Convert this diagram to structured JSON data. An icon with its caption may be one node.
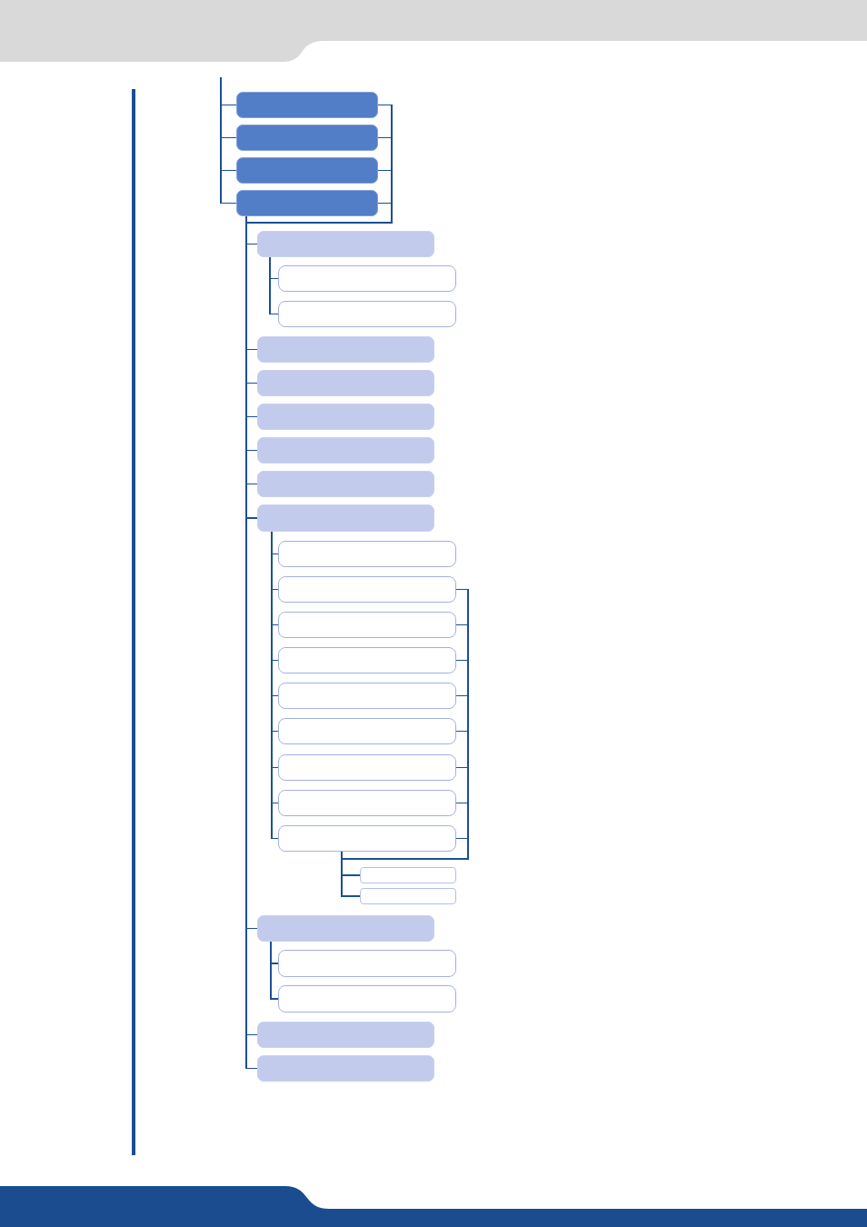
{
  "diagram": {
    "nodes": [
      {
        "text": [],
        "shape": "box"
      },
      {
        "text": [],
        "shape": "box"
      },
      {
        "text": [],
        "shape": "box"
      },
      {
        "text": [],
        "shape": "box"
      },
      {
        "text": [],
        "shape": "box"
      },
      {
        "text": [],
        "shape": "box"
      },
      {
        "text": [],
        "shape": "box"
      },
      {
        "text": [],
        "shape": "box"
      },
      {
        "text": [],
        "shape": "box"
      },
      {
        "text": [],
        "shape": "box"
      },
      {
        "text": [],
        "shape": "box"
      },
      {
        "text": [],
        "shape": "box"
      },
      {
        "text": [],
        "shape": "box"
      },
      {
        "text": [],
        "shape": "box"
      },
      {
        "text": [],
        "shape": "box"
      },
      {
        "text": [],
        "shape": "box"
      },
      {
        "text": [],
        "shape": "box"
      },
      {
        "text": [],
        "shape": "box"
      },
      {
        "text": [],
        "shape": "box"
      },
      {
        "text": [],
        "shape": "box"
      },
      {
        "text": [],
        "shape": "box"
      },
      {
        "text": [],
        "shape": "box"
      },
      {
        "text": [],
        "shape": "box"
      },
      {
        "text": [],
        "shape": "box"
      },
      {
        "text": [],
        "shape": "box"
      },
      {
        "text": [],
        "shape": "box"
      },
      {
        "text": [],
        "shape": "box"
      },
      {
        "text": [],
        "shape": "box"
      },
      {
        "text": [],
        "shape": "box"
      }
    ],
    "edges": [
      {
        "from": null,
        "to": 0,
        "arrow": "none"
      },
      {
        "from": null,
        "to": 1,
        "arrow": "none"
      },
      {
        "from": null,
        "to": 2,
        "arrow": "none"
      },
      {
        "from": null,
        "to": 3,
        "arrow": "none"
      },
      {
        "from": 0,
        "to": 4,
        "arrow": "none"
      },
      {
        "from": 0,
        "to": 7,
        "arrow": "none"
      },
      {
        "from": 0,
        "to": 8,
        "arrow": "none"
      },
      {
        "from": 0,
        "to": 9,
        "arrow": "none"
      },
      {
        "from": 0,
        "to": 10,
        "arrow": "none"
      },
      {
        "from": 0,
        "to": 11,
        "arrow": "none"
      },
      {
        "from": 0,
        "to": 12,
        "arrow": "none"
      },
      {
        "from": 0,
        "to": 24,
        "arrow": "none"
      },
      {
        "from": 0,
        "to": 27,
        "arrow": "none"
      },
      {
        "from": 0,
        "to": 28,
        "arrow": "none"
      },
      {
        "from": 1,
        "to": 4,
        "arrow": "none"
      },
      {
        "from": 1,
        "to": 7,
        "arrow": "none"
      },
      {
        "from": 1,
        "to": 8,
        "arrow": "none"
      },
      {
        "from": 1,
        "to": 9,
        "arrow": "none"
      },
      {
        "from": 1,
        "to": 10,
        "arrow": "none"
      },
      {
        "from": 1,
        "to": 11,
        "arrow": "none"
      },
      {
        "from": 1,
        "to": 12,
        "arrow": "none"
      },
      {
        "from": 1,
        "to": 24,
        "arrow": "none"
      },
      {
        "from": 1,
        "to": 27,
        "arrow": "none"
      },
      {
        "from": 1,
        "to": 28,
        "arrow": "none"
      },
      {
        "from": 2,
        "to": 4,
        "arrow": "none"
      },
      {
        "from": 2,
        "to": 7,
        "arrow": "none"
      },
      {
        "from": 2,
        "to": 8,
        "arrow": "none"
      },
      {
        "from": 2,
        "to": 9,
        "arrow": "none"
      },
      {
        "from": 2,
        "to": 10,
        "arrow": "none"
      },
      {
        "from": 2,
        "to": 11,
        "arrow": "none"
      },
      {
        "from": 2,
        "to": 12,
        "arrow": "none"
      },
      {
        "from": 2,
        "to": 24,
        "arrow": "none"
      },
      {
        "from": 2,
        "to": 27,
        "arrow": "none"
      },
      {
        "from": 2,
        "to": 28,
        "arrow": "none"
      },
      {
        "from": 3,
        "to": 4,
        "arrow": "none"
      },
      {
        "from": 3,
        "to": 7,
        "arrow": "none"
      },
      {
        "from": 3,
        "to": 8,
        "arrow": "none"
      },
      {
        "from": 3,
        "to": 9,
        "arrow": "none"
      },
      {
        "from": 3,
        "to": 10,
        "arrow": "none"
      },
      {
        "from": 3,
        "to": 11,
        "arrow": "none"
      },
      {
        "from": 3,
        "to": 12,
        "arrow": "none"
      },
      {
        "from": 3,
        "to": 24,
        "arrow": "none"
      },
      {
        "from": 3,
        "to": 27,
        "arrow": "none"
      },
      {
        "from": 3,
        "to": 28,
        "arrow": "none"
      },
      {
        "from": 4,
        "to": 5,
        "arrow": "none"
      },
      {
        "from": 4,
        "to": 6,
        "arrow": "none"
      },
      {
        "from": 12,
        "to": 13,
        "arrow": "none"
      },
      {
        "from": 12,
        "to": 14,
        "arrow": "none"
      },
      {
        "from": 12,
        "to": 15,
        "arrow": "none"
      },
      {
        "from": 12,
        "to": 16,
        "arrow": "none"
      },
      {
        "from": 12,
        "to": 17,
        "arrow": "none"
      },
      {
        "from": 12,
        "to": 18,
        "arrow": "none"
      },
      {
        "from": 12,
        "to": 19,
        "arrow": "none"
      },
      {
        "from": 12,
        "to": 20,
        "arrow": "none"
      },
      {
        "from": 12,
        "to": 21,
        "arrow": "none"
      },
      {
        "from": 14,
        "to": 22,
        "arrow": "none"
      },
      {
        "from": 14,
        "to": 23,
        "arrow": "none"
      },
      {
        "from": 15,
        "to": 22,
        "arrow": "none"
      },
      {
        "from": 15,
        "to": 23,
        "arrow": "none"
      },
      {
        "from": 16,
        "to": 22,
        "arrow": "none"
      },
      {
        "from": 16,
        "to": 23,
        "arrow": "none"
      },
      {
        "from": 17,
        "to": 22,
        "arrow": "none"
      },
      {
        "from": 17,
        "to": 23,
        "arrow": "none"
      },
      {
        "from": 18,
        "to": 22,
        "arrow": "none"
      },
      {
        "from": 18,
        "to": 23,
        "arrow": "none"
      },
      {
        "from": 19,
        "to": 22,
        "arrow": "none"
      },
      {
        "from": 19,
        "to": 23,
        "arrow": "none"
      },
      {
        "from": 20,
        "to": 22,
        "arrow": "none"
      },
      {
        "from": 20,
        "to": 23,
        "arrow": "none"
      },
      {
        "from": 21,
        "to": 22,
        "arrow": "none"
      },
      {
        "from": 21,
        "to": 23,
        "arrow": "none"
      },
      {
        "from": 24,
        "to": 25,
        "arrow": "none"
      },
      {
        "from": 24,
        "to": 26,
        "arrow": "none"
      }
    ]
  }
}
